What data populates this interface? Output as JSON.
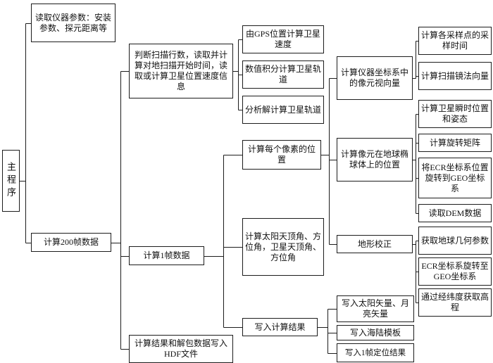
{
  "diagram": {
    "type": "flowchart-tree",
    "line_color": "#1c1c1c",
    "box_background": "#ffffff",
    "nodes": {
      "main": {
        "label": "主程序"
      },
      "read_params": {
        "label": "读取仪器参数：安装参数、探元距离等"
      },
      "calc_200": {
        "label": "计算200帧数据"
      },
      "judge_scan": {
        "label": "判断扫描行数，读取并计算对地扫描开始时间，读取或计算卫星位置速度信息"
      },
      "calc_1frame": {
        "label": "计算1帧数据"
      },
      "write_hdf": {
        "label": "计算结果和解包数据写入HDF文件"
      },
      "gps_speed": {
        "label": "由GPS位置计算卫星速度"
      },
      "numeric_orbit": {
        "label": "数值积分计算卫星轨道"
      },
      "analytic_orbit": {
        "label": "分析解计算卫星轨道"
      },
      "pixel_pos": {
        "label": "计算每个像素的位置"
      },
      "sun_angles": {
        "label": "计算太阳天顶角、方位角，卫星天顶角、方位角"
      },
      "write_result": {
        "label": "写入计算结果"
      },
      "instr_vector": {
        "label": "计算仪器坐标系中的像元视向量"
      },
      "earth_pos": {
        "label": "计算像元在地球椭球体上的位置"
      },
      "terrain": {
        "label": "地形校正"
      },
      "write_sun": {
        "label": "写入太阳矢量、月亮矢量"
      },
      "write_sea": {
        "label": "写入海陆模板"
      },
      "write_frame": {
        "label": "写入1帧定位结果"
      },
      "sample_time": {
        "label": "计算各采样点的采样时间"
      },
      "scan_mirror": {
        "label": "计算扫描镜法向量"
      },
      "sat_pos": {
        "label": "计算卫星瞬时位置和姿态"
      },
      "rot_matrix": {
        "label": "计算旋转矩阵"
      },
      "ecr_rot": {
        "label": "将ECR坐标系位置旋转到GEO坐标系"
      },
      "dem": {
        "label": "读取DEM数据"
      },
      "earth_geom": {
        "label": "获取地球几何参数"
      },
      "ecr_geo2": {
        "label": "ECR坐标系旋转至GEO坐标系"
      },
      "lat_height": {
        "label": "通过经纬度获取高程"
      }
    },
    "edges": [
      {
        "from": "main",
        "to": [
          "read_params",
          "calc_200"
        ]
      },
      {
        "from": "calc_200",
        "to": [
          "judge_scan",
          "calc_1frame",
          "write_hdf"
        ]
      },
      {
        "from": "judge_scan",
        "to": [
          "gps_speed",
          "numeric_orbit",
          "analytic_orbit"
        ]
      },
      {
        "from": "calc_1frame",
        "to": [
          "pixel_pos",
          "sun_angles",
          "write_result"
        ]
      },
      {
        "from": "pixel_pos",
        "to": [
          "instr_vector",
          "earth_pos",
          "terrain"
        ]
      },
      {
        "from": "instr_vector",
        "to": [
          "sample_time",
          "scan_mirror"
        ]
      },
      {
        "from": "earth_pos",
        "to": [
          "sat_pos",
          "rot_matrix",
          "ecr_rot",
          "dem"
        ]
      },
      {
        "from": "terrain",
        "to": [
          "earth_geom",
          "ecr_geo2",
          "lat_height"
        ]
      },
      {
        "from": "write_result",
        "to": [
          "write_sun",
          "write_sea",
          "write_frame"
        ]
      }
    ]
  }
}
